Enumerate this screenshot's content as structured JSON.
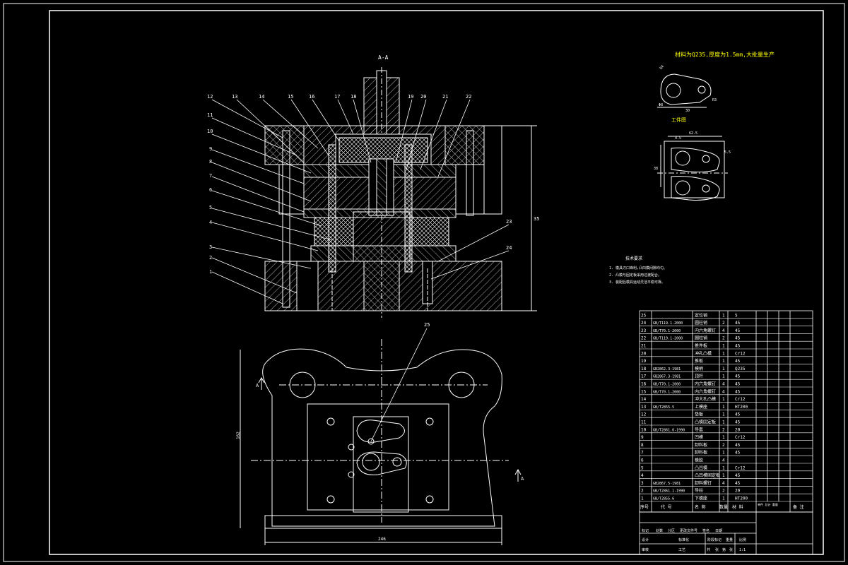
{
  "drawing": {
    "section_label": "A-A",
    "view_arrow_label": "A",
    "dim_overall_width": "246",
    "dim_overall_height_plan": "162",
    "dim_overall_height_section": "35",
    "callouts": [
      "1",
      "2",
      "3",
      "4",
      "5",
      "6",
      "7",
      "8",
      "9",
      "10",
      "11",
      "12",
      "13",
      "14",
      "15",
      "16",
      "17",
      "18",
      "19",
      "20",
      "21",
      "22",
      "23",
      "24",
      "25"
    ],
    "part_note": "材料为Q235,厚度为1.5mm,大批量生产",
    "part_view_label": "工件图",
    "part_dim_a": "R4",
    "part_dim_b": "Φ8",
    "part_dim_c": "30",
    "part_dim_d": "R3",
    "part_dim_e": "62.5",
    "part_dim_f": "5.5",
    "part_dim_g": "4.5",
    "part_dim_h": "38",
    "tech_title": "技术要求",
    "tech_notes": [
      "1. 模具刃口锋利,凸凹模间隙均匀。",
      "2. 凸模与固定板采用过渡配合。",
      "3. 装配后模具运动灵活平稳可靠。"
    ]
  },
  "bom": {
    "header": [
      "序号",
      "代  号",
      "名  称",
      "数量",
      "材  料",
      "单件 总计 重量",
      "备 注"
    ],
    "rows": [
      [
        "25",
        "",
        "定位销",
        "1",
        "5",
        ""
      ],
      [
        "24",
        "GB/T119.1-2000",
        "圆柱销",
        "2",
        "45",
        ""
      ],
      [
        "23",
        "GB/T70.1-2000",
        "内六角螺钉",
        "4",
        "45",
        ""
      ],
      [
        "22",
        "GB/T119.1-2000",
        "圆柱销",
        "2",
        "45",
        ""
      ],
      [
        "21",
        "",
        "推件板",
        "1",
        "45",
        ""
      ],
      [
        "20",
        "",
        "冲孔凸模",
        "1",
        "Cr12",
        ""
      ],
      [
        "19",
        "",
        "推板",
        "1",
        "45",
        ""
      ],
      [
        "18",
        "GB2862.3-1981",
        "模柄",
        "1",
        "Q235",
        ""
      ],
      [
        "17",
        "GB2867.3-1981",
        "顶杆",
        "1",
        "45",
        ""
      ],
      [
        "16",
        "GB/T70.1-2000",
        "内六角螺钉",
        "4",
        "45",
        ""
      ],
      [
        "15",
        "GB/T70.1-2000",
        "内六角螺钉",
        "4",
        "45",
        ""
      ],
      [
        "14",
        "",
        "冲大孔凸模",
        "1",
        "Cr12",
        ""
      ],
      [
        "13",
        "GB/T2855.5",
        "上模座",
        "1",
        "HT200",
        ""
      ],
      [
        "12",
        "",
        "垫板",
        "1",
        "45",
        ""
      ],
      [
        "11",
        "",
        "凸模固定板",
        "1",
        "45",
        ""
      ],
      [
        "10",
        "GB/T2861.6-1990",
        "导套",
        "2",
        "20",
        ""
      ],
      [
        "9",
        "",
        "凹模",
        "1",
        "Cr12",
        ""
      ],
      [
        "8",
        "",
        "卸料板",
        "2",
        "45",
        ""
      ],
      [
        "7",
        "",
        "卸料板",
        "1",
        "45",
        ""
      ],
      [
        "6",
        "",
        "橡胶",
        "4",
        "",
        ""
      ],
      [
        "5",
        "",
        "凸凹模",
        "1",
        "Cr12",
        ""
      ],
      [
        "4",
        "",
        "凸凹模固定板",
        "1",
        "45",
        ""
      ],
      [
        "3",
        "GB2867.5-1981",
        "卸料螺钉",
        "4",
        "45",
        ""
      ],
      [
        "2",
        "GB/T2861.1-1990",
        "导柱",
        "2",
        "20",
        ""
      ],
      [
        "1",
        "GB/T2855.6",
        "下模座",
        "1",
        "HT200",
        ""
      ]
    ]
  },
  "title_block": {
    "row1": [
      "标记",
      "处数",
      "分区",
      "更改文件号",
      "签名",
      "日期"
    ],
    "row2": [
      "设计",
      "",
      "标准化",
      "",
      "阶段标记",
      "重量",
      "比例"
    ],
    "row3": [
      "审核",
      "",
      "工艺",
      "",
      "1:1"
    ],
    "row4": [
      "共",
      "张",
      "第",
      "张"
    ]
  },
  "colors": {
    "background": "#000000",
    "lines": "#ffffff",
    "accent": "#ffff00"
  }
}
